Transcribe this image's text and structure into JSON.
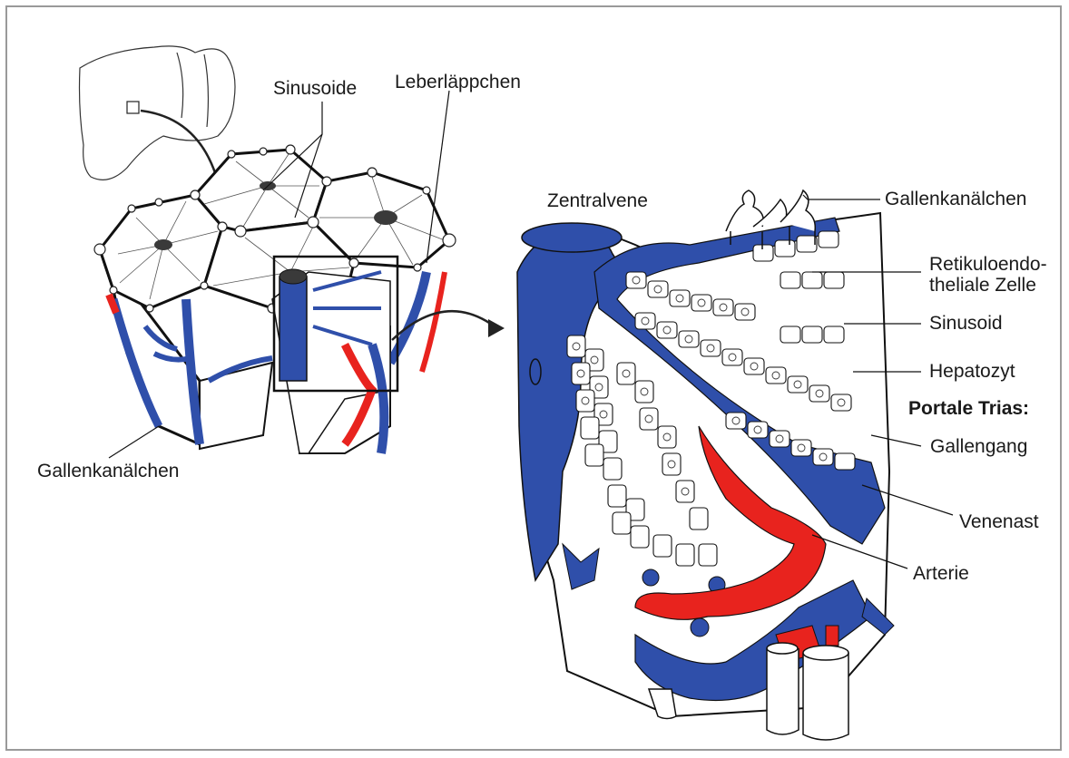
{
  "colors": {
    "vein": "#2f4faa",
    "artery": "#e8231e",
    "outline": "#111111",
    "cell_fill": "#ffffff",
    "frame": "#9a9a9a"
  },
  "labels": {
    "sinusoide": "Sinusoide",
    "leberlaeppchen": "Leberläppchen",
    "gallenkanaelchen_left": "Gallenkanälchen",
    "zentralvene": "Zentralvene",
    "gallenkanaelchen_right": "Gallenkanälchen",
    "retikuloendo_line1": "Retikuloendo-",
    "retikuloendo_line2": "theliale Zelle",
    "sinusoid": "Sinusoid",
    "hepatozyt": "Hepatozyt",
    "portale_trias": "Portale Trias:",
    "gallengang": "Gallengang",
    "venenast": "Venenast",
    "arterie": "Arterie"
  }
}
